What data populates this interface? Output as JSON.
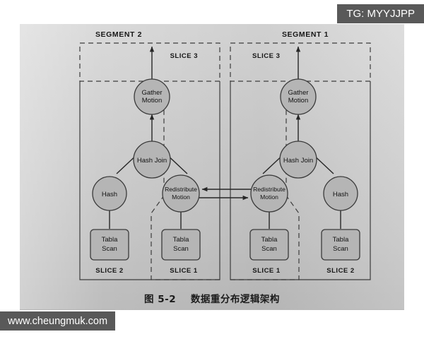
{
  "watermarks": {
    "telegram": "TG: MYYJJPP",
    "site": "www.cheungmuk.com"
  },
  "figure": {
    "caption": "图 5-2    数据重分布逻辑架构",
    "segments": [
      {
        "title": "SEGMENT 2",
        "slice_top": "SLICE 3",
        "slice_bottom_outer": "SLICE 2",
        "slice_bottom_inner": "SLICE 1",
        "nodes": {
          "gather": "Gather\nMotion",
          "gather_line1": "Gather",
          "gather_line2": "Motion",
          "hash_join": "Hash Join",
          "hash": "Hash",
          "redistribute_line1": "Redistribute",
          "redistribute_line2": "Motion",
          "scan_outer_line1": "Tabla",
          "scan_outer_line2": "Scan",
          "scan_inner_line1": "Tabla",
          "scan_inner_line2": "Scan"
        }
      },
      {
        "title": "SEGMENT 1",
        "slice_top": "SLICE 3",
        "slice_bottom_inner": "SLICE 1",
        "slice_bottom_outer": "SLICE 2",
        "nodes": {
          "gather_line1": "Gather",
          "gather_line2": "Motion",
          "hash_join": "Hash Join",
          "hash": "Hash",
          "redistribute_line1": "Redistribute",
          "redistribute_line2": "Motion",
          "scan_inner_line1": "Tabla",
          "scan_inner_line2": "Scan",
          "scan_outer_line1": "Tabla",
          "scan_outer_line2": "Scan"
        }
      }
    ]
  },
  "colors": {
    "page": "#ffffff",
    "scan": "#cfcfcf",
    "node_fill": "#b5b5b5",
    "node_stroke": "#3a3a3a",
    "badge_bg": "#595959",
    "badge_text": "#ffffff",
    "ink": "#1b1b1b"
  }
}
